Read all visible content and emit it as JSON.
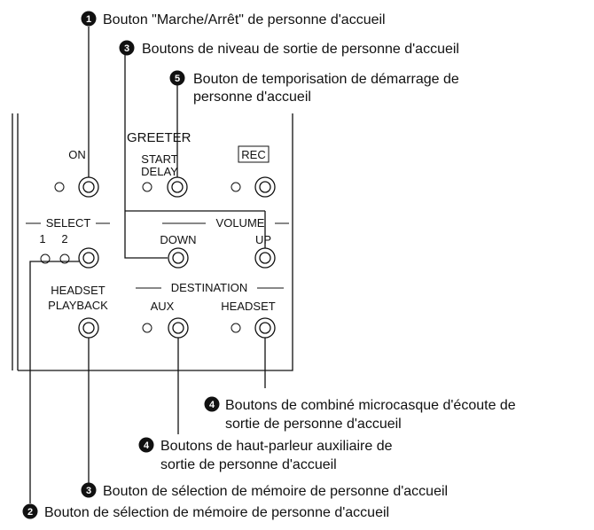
{
  "callouts": {
    "c1": {
      "num": "1",
      "text": "Bouton \"Marche/Arrêt\" de personne d'accueil"
    },
    "c3a": {
      "num": "3",
      "text": "Boutons de niveau de sortie de personne d'accueil"
    },
    "c5": {
      "num": "5",
      "line1": "Bouton de temporisation de démarrage de",
      "line2": "personne d'accueil"
    },
    "c4a": {
      "num": "4",
      "line1": "Boutons de combiné microcasque d'écoute de",
      "line2": "sortie de personne d'accueil"
    },
    "c4b": {
      "num": "4",
      "line1": "Boutons de haut-parleur auxiliaire de",
      "line2": "sortie de personne d'accueil"
    },
    "c3b": {
      "num": "3",
      "text": "Bouton de sélection de mémoire de personne d'accueil"
    },
    "c2": {
      "num": "2",
      "text": "Bouton de sélection de mémoire de personne d'accueil"
    }
  },
  "panel": {
    "title": "GREETER",
    "on": "ON",
    "start": "START",
    "delay": "DELAY",
    "rec": "REC",
    "select": "SELECT",
    "sel1": "1",
    "sel2": "2",
    "volume": "VOLUME",
    "down": "DOWN",
    "up": "UP",
    "headset_line1": "HEADSET",
    "headset_line2": "PLAYBACK",
    "destination": "DESTINATION",
    "aux": "AUX",
    "headset": "HEADSET"
  }
}
